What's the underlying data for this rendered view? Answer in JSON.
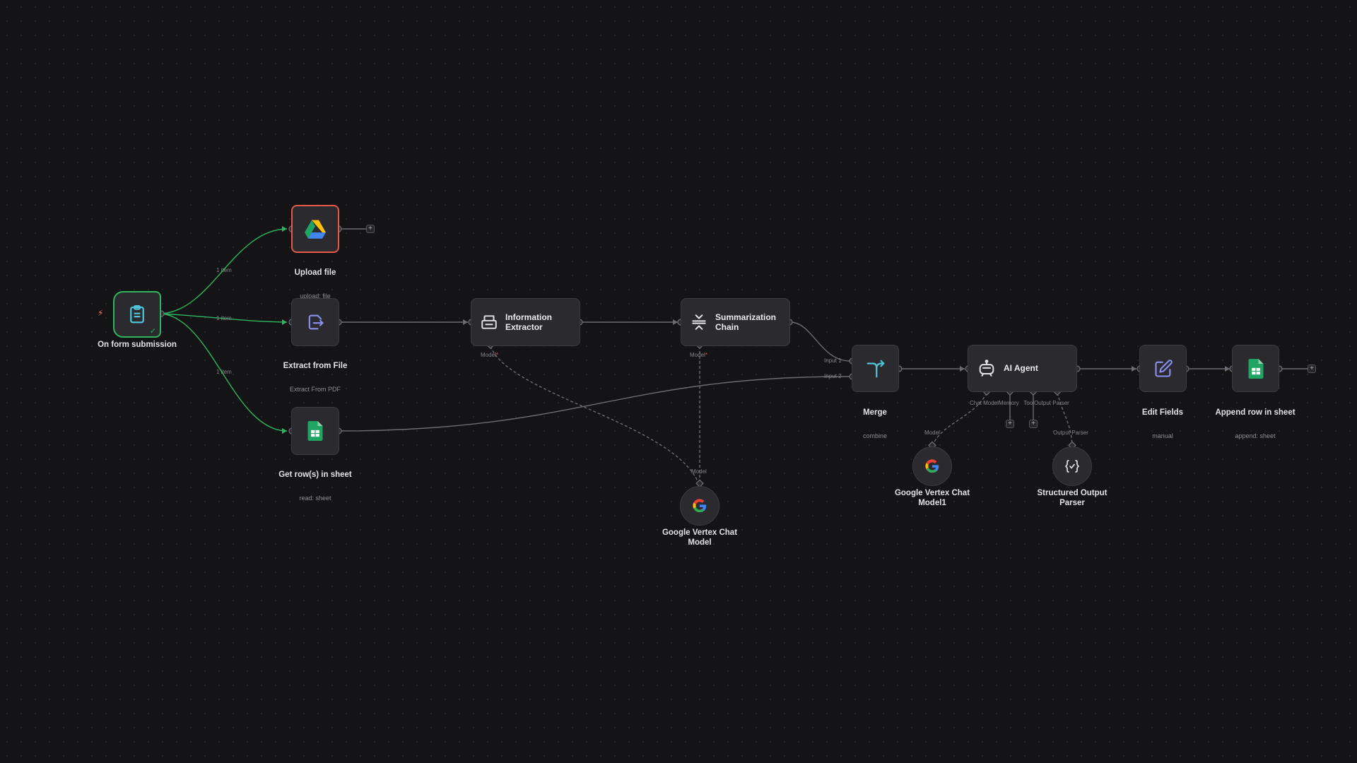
{
  "canvas": {
    "nodes": {
      "form_trigger": {
        "title": "On form submission"
      },
      "upload_file": {
        "title": "Upload file",
        "subtitle": "upload: file"
      },
      "extract_file": {
        "title": "Extract from File",
        "subtitle": "Extract From PDF"
      },
      "get_rows": {
        "title": "Get row(s) in sheet",
        "subtitle": "read: sheet"
      },
      "info_extractor": {
        "title": "Information\nExtractor"
      },
      "summarization": {
        "title": "Summarization\nChain"
      },
      "vertex_model": {
        "title": "Google Vertex Chat\nModel"
      },
      "merge": {
        "title": "Merge",
        "subtitle": "combine"
      },
      "ai_agent": {
        "title": "AI Agent"
      },
      "vertex_model1": {
        "title": "Google Vertex Chat\nModel1"
      },
      "output_parser": {
        "title": "Structured Output\nParser"
      },
      "edit_fields": {
        "title": "Edit Fields",
        "subtitle": "manual"
      },
      "append_row": {
        "title": "Append row in sheet",
        "subtitle": "append: sheet"
      }
    },
    "edge_labels": [
      "1 item",
      "1 item",
      "1 item"
    ],
    "port_labels": {
      "info_model": "Model",
      "sum_model": "Model",
      "vertex_model": "Model",
      "merge_input1": "Input 1",
      "merge_input2": "Input 2",
      "agent_ports": "Chat ModelMemory   ToolOutput Parser",
      "vertex1_model": "Model",
      "parser_output": "Output Parser"
    },
    "required_mark": "*",
    "plus": "+",
    "colors": {
      "success": "#2fb55d",
      "error": "#e5584a",
      "sheets": "#1fa463",
      "accent": "#8a8ff0",
      "merge": "#4ec3d9"
    }
  }
}
